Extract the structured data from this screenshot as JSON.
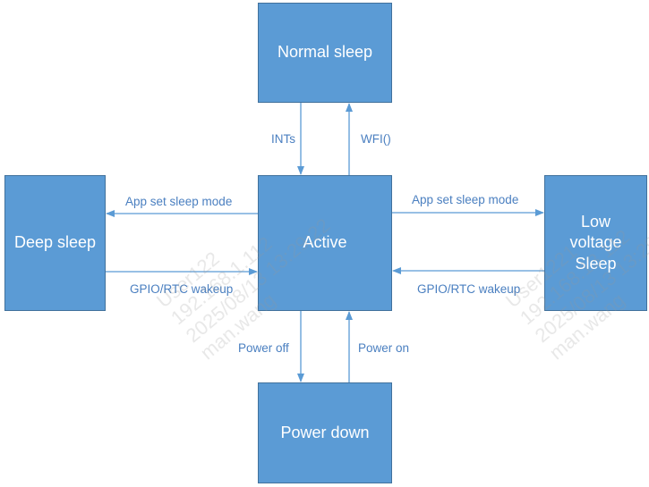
{
  "colors": {
    "box_fill": "#5b9bd5",
    "box_border": "#41719c",
    "arrow": "#5b9bd5",
    "label": "#4a7fc0",
    "box_text": "#ffffff"
  },
  "states": {
    "normal_sleep": "Normal sleep",
    "active": "Active",
    "deep_sleep": "Deep sleep",
    "low_voltage_sleep": "Low\nvoltage\nSleep",
    "power_down": "Power down"
  },
  "transitions": {
    "ints": "INTs",
    "wfi": "WFI()",
    "app_set_sleep_mode_left": "App set sleep mode",
    "gpio_rtc_wakeup_left": "GPIO/RTC wakeup",
    "app_set_sleep_mode_right": "App set sleep mode",
    "gpio_rtc_wakeup_right": "GPIO/RTC wakeup",
    "power_off": "Power off",
    "power_on": "Power on"
  },
  "watermark": {
    "left": "User122\n192.168.1.112\n2025/08/13 13:29:22\nman.wang",
    "right": "User1221\n192.168.13.112\n2025/08/13 13:29:22\nman.wang"
  }
}
